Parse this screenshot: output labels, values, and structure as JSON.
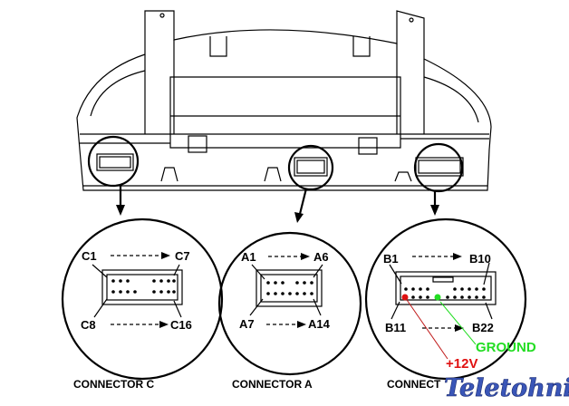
{
  "connectors": [
    {
      "caption": "CONNECTOR C",
      "first": "C1",
      "row1_last": "C7",
      "row2_first": "C8",
      "last": "C16"
    },
    {
      "caption": "CONNECTOR A",
      "first": "A1",
      "row1_last": "A6",
      "row2_first": "A7",
      "last": "A14"
    },
    {
      "caption": "CONNECT",
      "first": "B1",
      "row1_last": "B10",
      "row2_first": "B11",
      "last": "B22"
    }
  ],
  "annotations": {
    "ground": "GROUND",
    "power": "+12V",
    "ground_color": "#22dd22",
    "power_color": "#e01010"
  },
  "watermark": "Teletohnika"
}
